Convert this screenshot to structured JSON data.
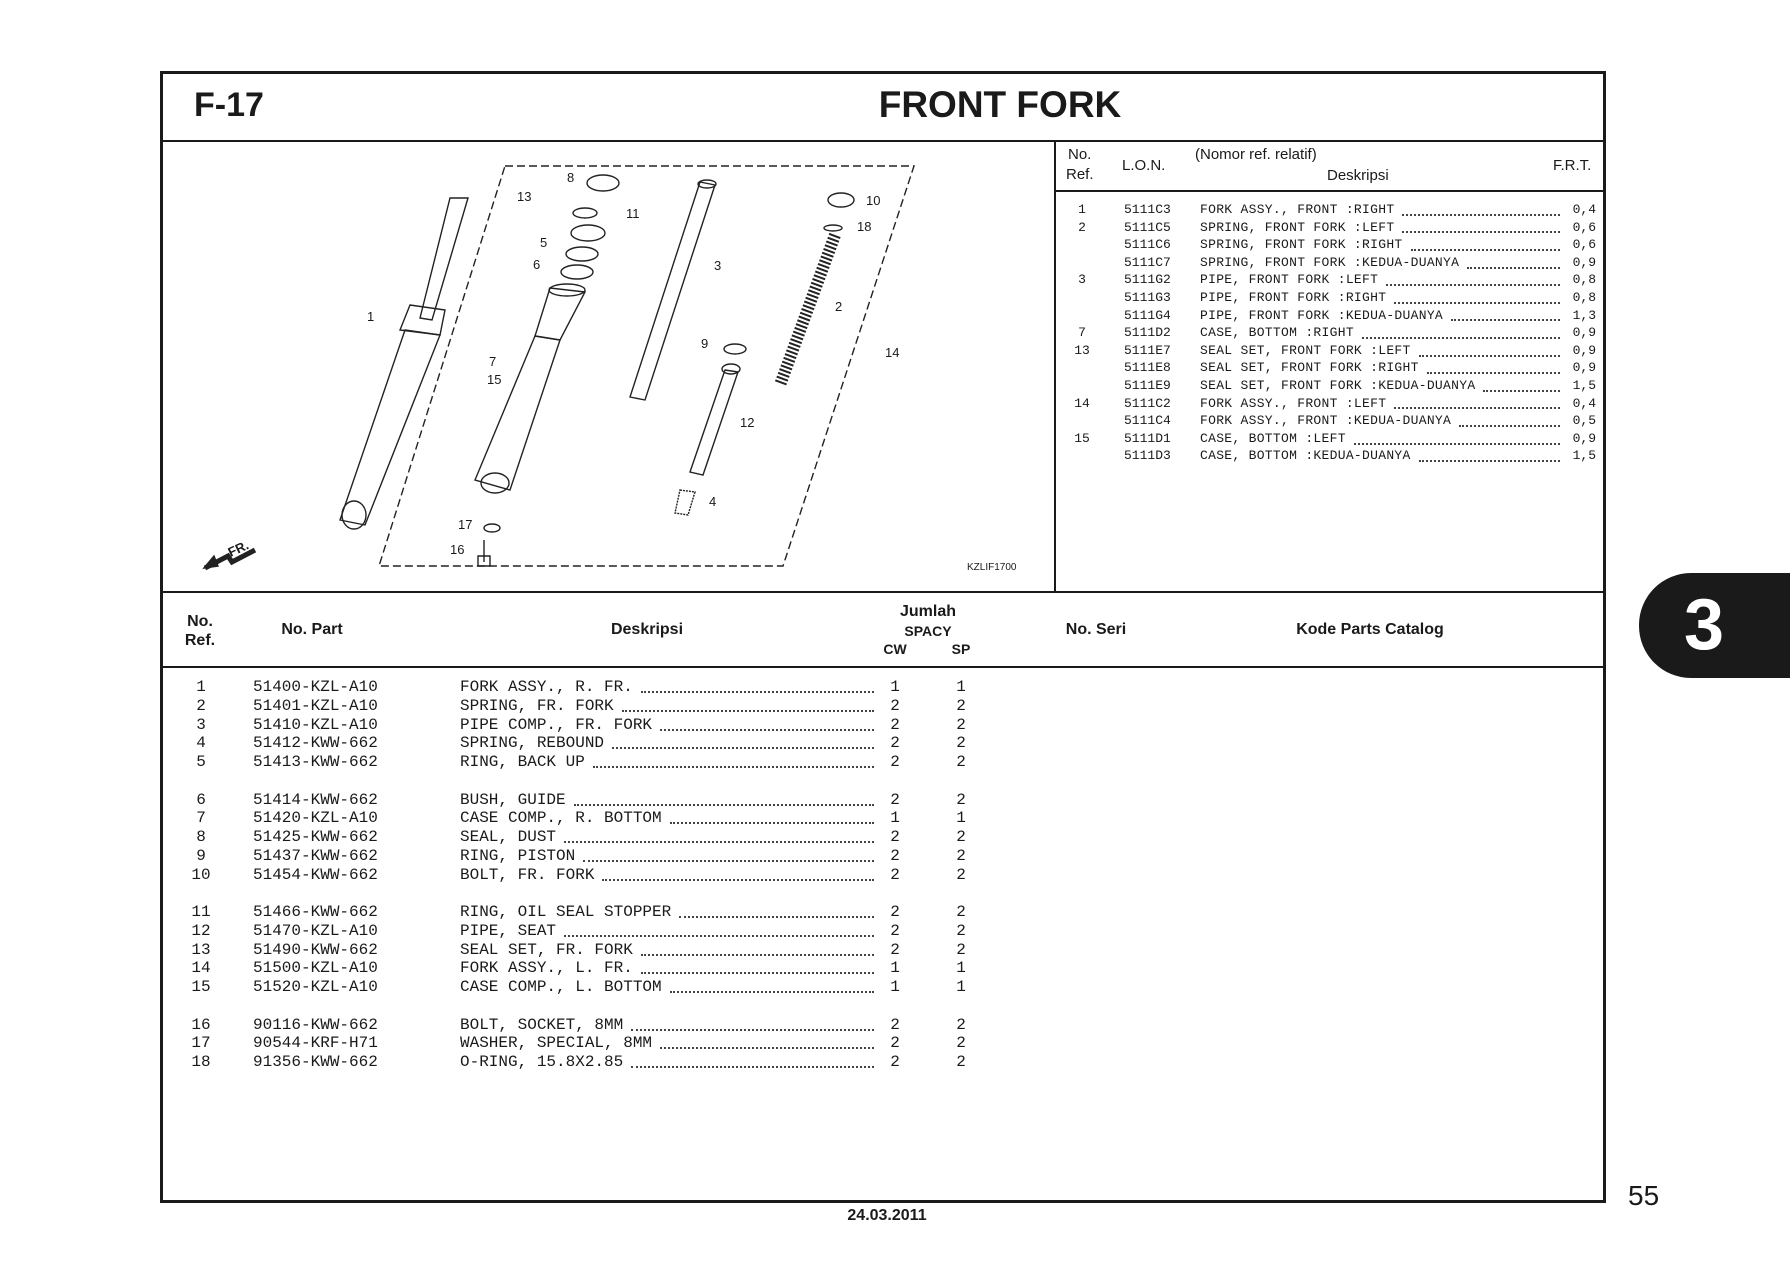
{
  "header": {
    "code": "F-17",
    "title": "FRONT FORK"
  },
  "diagram": {
    "callouts": [
      "8",
      "13",
      "11",
      "5",
      "6",
      "3",
      "10",
      "18",
      "2",
      "1",
      "14",
      "9",
      "7",
      "15",
      "12",
      "4",
      "17",
      "16"
    ],
    "front_label": "FR.",
    "figure_code": "KZLIF1700"
  },
  "ref_table": {
    "headers": {
      "no_ref": "No.\nRef.",
      "no": "No.",
      "ref": "Ref.",
      "lon": "L.O.N.",
      "relatif": "(Nomor ref. relatif)",
      "deskripsi": "Deskripsi",
      "frt": "F.R.T."
    },
    "rows": [
      {
        "ref": "1",
        "lon": "5111C3",
        "desc": "FORK ASSY., FRONT :RIGHT",
        "frt": "0,4"
      },
      {
        "ref": "2",
        "lon": "5111C5",
        "desc": "SPRING, FRONT FORK :LEFT",
        "frt": "0,6"
      },
      {
        "ref": "",
        "lon": "5111C6",
        "desc": "SPRING, FRONT FORK :RIGHT",
        "frt": "0,6"
      },
      {
        "ref": "",
        "lon": "5111C7",
        "desc": "SPRING, FRONT FORK :KEDUA-DUANYA",
        "frt": "0,9"
      },
      {
        "ref": "3",
        "lon": "5111G2",
        "desc": "PIPE, FRONT FORK :LEFT",
        "frt": "0,8"
      },
      {
        "ref": "",
        "lon": "5111G3",
        "desc": "PIPE, FRONT FORK :RIGHT",
        "frt": "0,8"
      },
      {
        "ref": "",
        "lon": "5111G4",
        "desc": "PIPE, FRONT FORK :KEDUA-DUANYA",
        "frt": "1,3"
      },
      {
        "ref": "7",
        "lon": "5111D2",
        "desc": "CASE, BOTTOM :RIGHT",
        "frt": "0,9"
      },
      {
        "ref": "13",
        "lon": "5111E7",
        "desc": "SEAL SET, FRONT FORK :LEFT",
        "frt": "0,9"
      },
      {
        "ref": "",
        "lon": "5111E8",
        "desc": "SEAL SET, FRONT FORK :RIGHT",
        "frt": "0,9"
      },
      {
        "ref": "",
        "lon": "5111E9",
        "desc": "SEAL SET, FRONT FORK :KEDUA-DUANYA",
        "frt": "1,5"
      },
      {
        "ref": "14",
        "lon": "5111C2",
        "desc": "FORK ASSY., FRONT :LEFT",
        "frt": "0,4"
      },
      {
        "ref": "",
        "lon": "5111C4",
        "desc": "FORK ASSY., FRONT :KEDUA-DUANYA",
        "frt": "0,5"
      },
      {
        "ref": "15",
        "lon": "5111D1",
        "desc": "CASE, BOTTOM :LEFT",
        "frt": "0,9"
      },
      {
        "ref": "",
        "lon": "5111D3",
        "desc": "CASE, BOTTOM :KEDUA-DUANYA",
        "frt": "1,5"
      }
    ]
  },
  "parts_list": {
    "headers": {
      "no": "No.",
      "ref": "Ref.",
      "part": "No. Part",
      "desc": "Deskripsi",
      "jumlah": "Jumlah",
      "model": "SPACY",
      "cw": "CW",
      "sp": "SP",
      "seri": "No. Seri",
      "catalog": "Kode Parts Catalog"
    },
    "rows": [
      {
        "ref": "1",
        "part": "51400-KZL-A10",
        "desc": "FORK ASSY., R. FR.",
        "cw": "1",
        "sp": "1"
      },
      {
        "ref": "2",
        "part": "51401-KZL-A10",
        "desc": "SPRING, FR. FORK",
        "cw": "2",
        "sp": "2"
      },
      {
        "ref": "3",
        "part": "51410-KZL-A10",
        "desc": "PIPE COMP., FR. FORK",
        "cw": "2",
        "sp": "2"
      },
      {
        "ref": "4",
        "part": "51412-KWW-662",
        "desc": "SPRING, REBOUND",
        "cw": "2",
        "sp": "2"
      },
      {
        "ref": "5",
        "part": "51413-KWW-662",
        "desc": "RING, BACK UP",
        "cw": "2",
        "sp": "2"
      },
      {
        "ref": "6",
        "part": "51414-KWW-662",
        "desc": "BUSH, GUIDE",
        "cw": "2",
        "sp": "2"
      },
      {
        "ref": "7",
        "part": "51420-KZL-A10",
        "desc": "CASE COMP., R. BOTTOM",
        "cw": "1",
        "sp": "1"
      },
      {
        "ref": "8",
        "part": "51425-KWW-662",
        "desc": "SEAL, DUST",
        "cw": "2",
        "sp": "2"
      },
      {
        "ref": "9",
        "part": "51437-KWW-662",
        "desc": "RING, PISTON",
        "cw": "2",
        "sp": "2"
      },
      {
        "ref": "10",
        "part": "51454-KWW-662",
        "desc": "BOLT, FR. FORK",
        "cw": "2",
        "sp": "2"
      },
      {
        "ref": "11",
        "part": "51466-KWW-662",
        "desc": "RING, OIL SEAL STOPPER",
        "cw": "2",
        "sp": "2"
      },
      {
        "ref": "12",
        "part": "51470-KZL-A10",
        "desc": "PIPE, SEAT",
        "cw": "2",
        "sp": "2"
      },
      {
        "ref": "13",
        "part": "51490-KWW-662",
        "desc": "SEAL SET, FR. FORK",
        "cw": "2",
        "sp": "2"
      },
      {
        "ref": "14",
        "part": "51500-KZL-A10",
        "desc": "FORK ASSY., L. FR.",
        "cw": "1",
        "sp": "1"
      },
      {
        "ref": "15",
        "part": "51520-KZL-A10",
        "desc": "CASE COMP., L. BOTTOM",
        "cw": "1",
        "sp": "1"
      },
      {
        "ref": "16",
        "part": "90116-KWW-662",
        "desc": "BOLT, SOCKET, 8MM",
        "cw": "2",
        "sp": "2"
      },
      {
        "ref": "17",
        "part": "90544-KRF-H71",
        "desc": "WASHER, SPECIAL, 8MM",
        "cw": "2",
        "sp": "2"
      },
      {
        "ref": "18",
        "part": "91356-KWW-662",
        "desc": "O-RING, 15.8X2.85",
        "cw": "2",
        "sp": "2"
      }
    ]
  },
  "section_tab": "3",
  "page_number": "55",
  "date": "24.03.2011"
}
